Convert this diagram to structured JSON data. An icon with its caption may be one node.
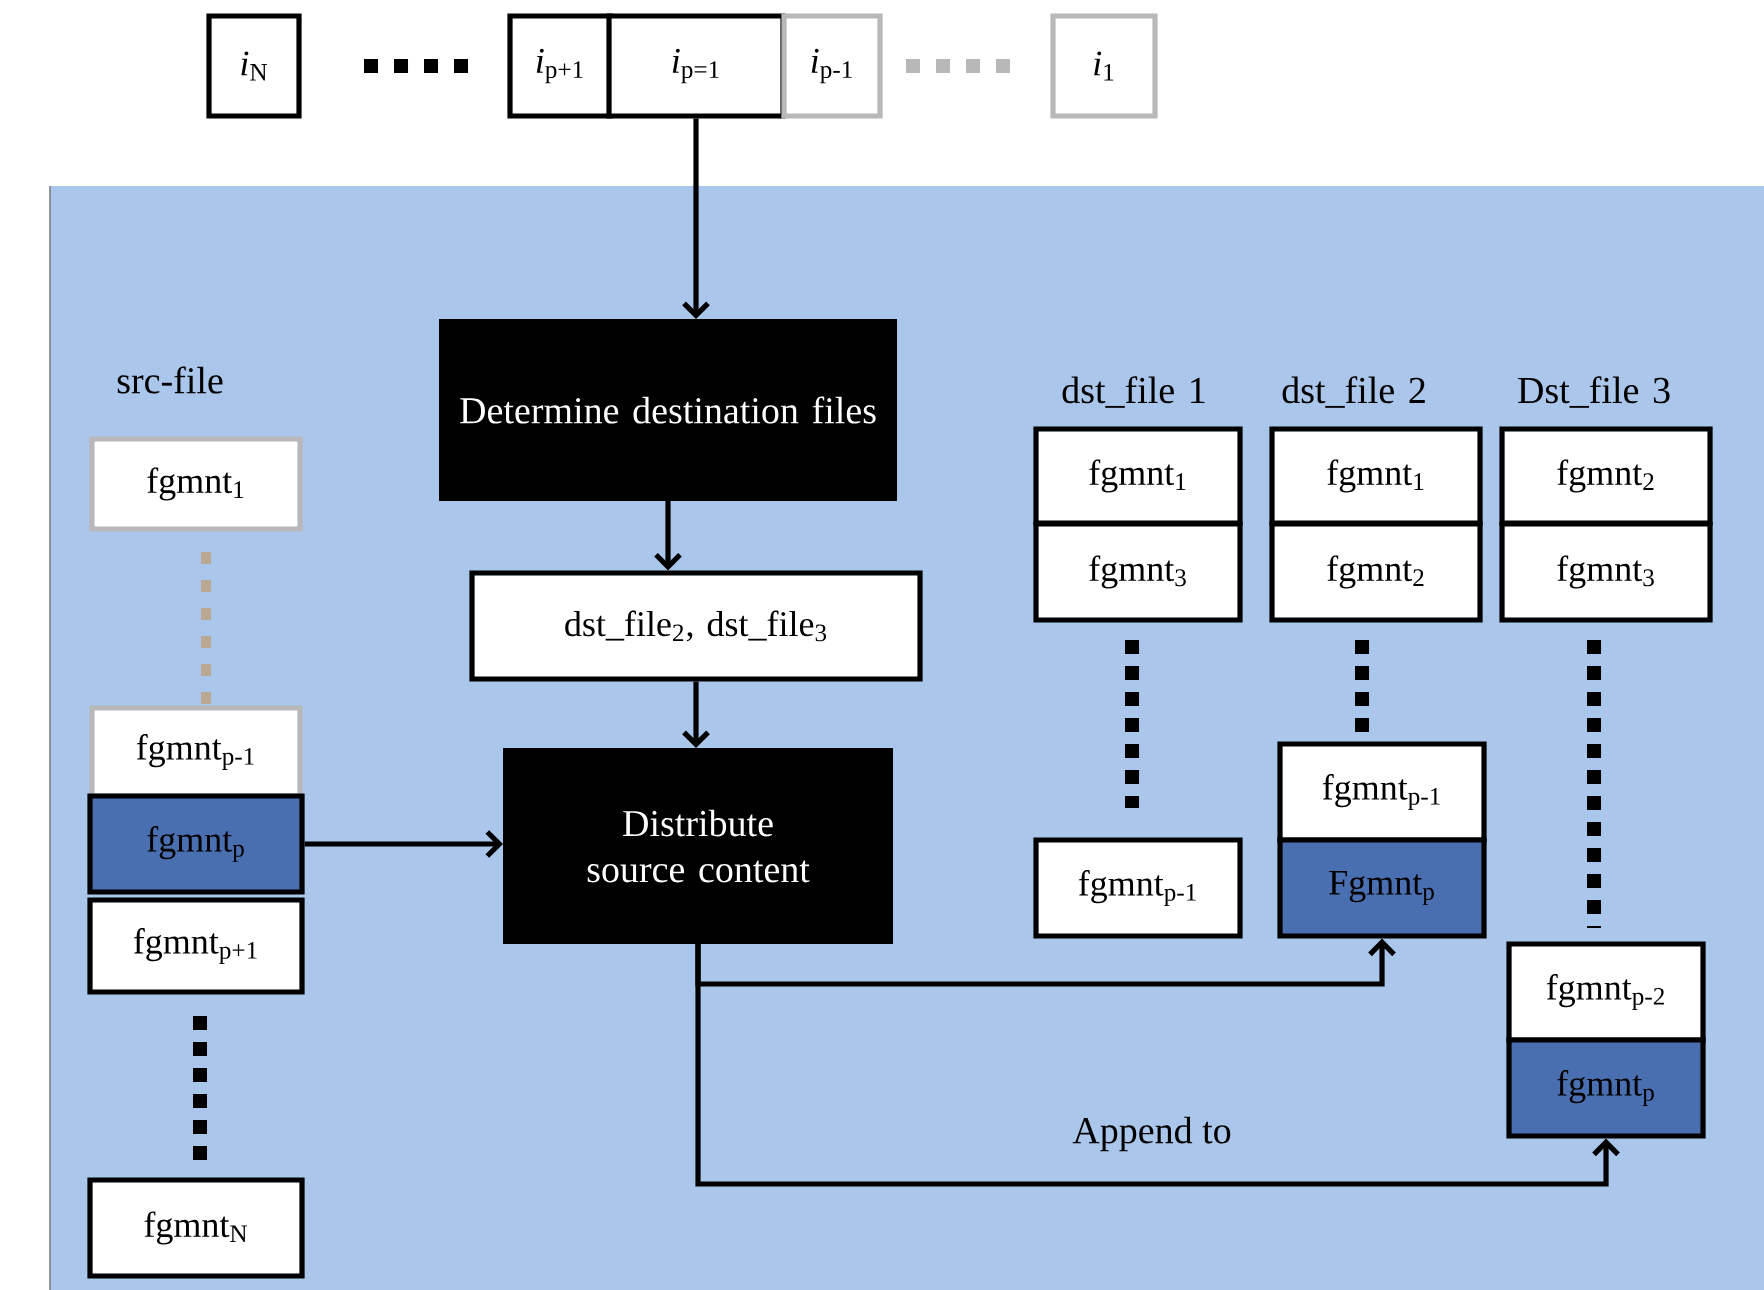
{
  "diagram": {
    "nodes": [
      {
        "text": [
          "*i*$_{N}$"
        ]
      },
      {
        "text": [
          "*i*$_{p+1}$"
        ]
      },
      {
        "text": [
          "*i*$_{p=1}$"
        ]
      },
      {
        "text": [
          "*i*$_{p-1}$"
        ]
      },
      {
        "text": [
          "*i*$_{1}$"
        ]
      },
      {
        "text": [
          "Determine destination files"
        ]
      },
      {
        "text": [
          "dst_file$_{2}$, dst_file$_{3}$"
        ]
      },
      {
        "text": [
          "Distribute source content"
        ]
      },
      {
        "text": [
          "fgmnt$_{1}$"
        ]
      },
      {
        "text": [
          "fgmnt$_{p-1}$"
        ]
      },
      {
        "text": [
          "fgmnt$_{p}$"
        ]
      },
      {
        "text": [
          "fgmnt$_{p+1}$"
        ]
      },
      {
        "text": [
          "fgmnt$_{N}$"
        ]
      },
      {
        "text": [
          "fgmnt$_{1}$"
        ]
      },
      {
        "text": [
          "fgmnt$_{3}$"
        ]
      },
      {
        "text": [
          "fgmnt$_{p-1}$"
        ]
      },
      {
        "text": [
          "fgmnt$_{1}$"
        ]
      },
      {
        "text": [
          "fgmnt$_{2}$"
        ]
      },
      {
        "text": [
          "fgmnt$_{p-1}$"
        ]
      },
      {
        "text": [
          "Fgmnt$_{p}$"
        ]
      },
      {
        "text": [
          "fgmnt$_{2}$"
        ]
      },
      {
        "text": [
          "fgmnt$_{3}$"
        ]
      },
      {
        "text": [
          "fgmnt$_{p-2}$"
        ]
      },
      {
        "text": [
          "fgmnt$_{p}$"
        ]
      }
    ],
    "edges": [
      {
        "from": 2,
        "to": 5,
        "arrow": "to"
      },
      {
        "from": 5,
        "to": 6,
        "arrow": "to"
      },
      {
        "from": 6,
        "to": 7,
        "arrow": "to"
      },
      {
        "from": 10,
        "to": 7,
        "arrow": "to"
      },
      {
        "from": 7,
        "to": 19,
        "arrow": "to"
      },
      {
        "from": 7,
        "to": 23,
        "arrow": "to",
        "label": "Append to"
      }
    ],
    "labels": [
      "src-file",
      "dst_file 1",
      "dst_file 2",
      "Dst_file 3"
    ]
  }
}
